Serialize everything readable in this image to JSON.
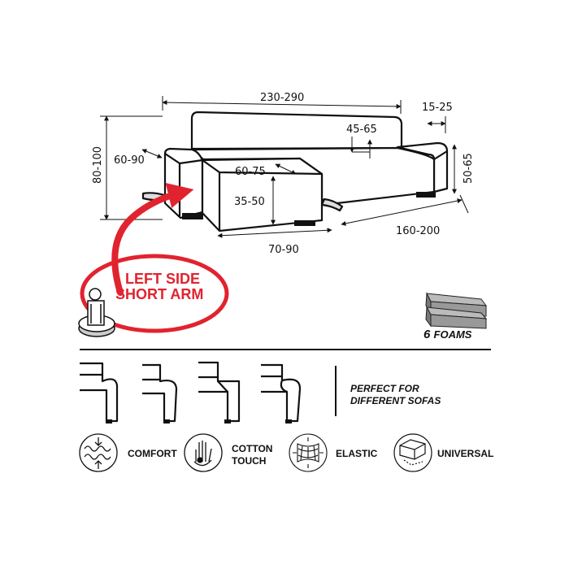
{
  "dimensions": {
    "total_width": "230-290",
    "arm_width": "15-25",
    "back_height": "45-65",
    "chaise_arm": "60-90",
    "overall_height": "80-100",
    "seat_width": "60-75",
    "seat_height": "35-50",
    "arm_height": "50-65",
    "chaise_width": "70-90",
    "chaise_length": "160-200"
  },
  "orientation": {
    "line1": "LEFT SIDE",
    "line2": "SHORT ARM"
  },
  "foams": {
    "count": "6",
    "label": "FOAMS"
  },
  "compatibility": {
    "line1": "PERFECT FOR",
    "line2": "DIFFERENT SOFAS"
  },
  "features": [
    {
      "icon": "comfort-icon",
      "line1": "COMFORT",
      "line2": ""
    },
    {
      "icon": "hand-icon",
      "line1": "COTTON",
      "line2": "TOUCH"
    },
    {
      "icon": "elastic-icon",
      "line1": "ELASTIC",
      "line2": ""
    },
    {
      "icon": "sofa-cover-icon",
      "line1": "UNIVERSAL",
      "line2": ""
    }
  ],
  "colors": {
    "accent": "#e1232f",
    "ink": "#111111"
  }
}
